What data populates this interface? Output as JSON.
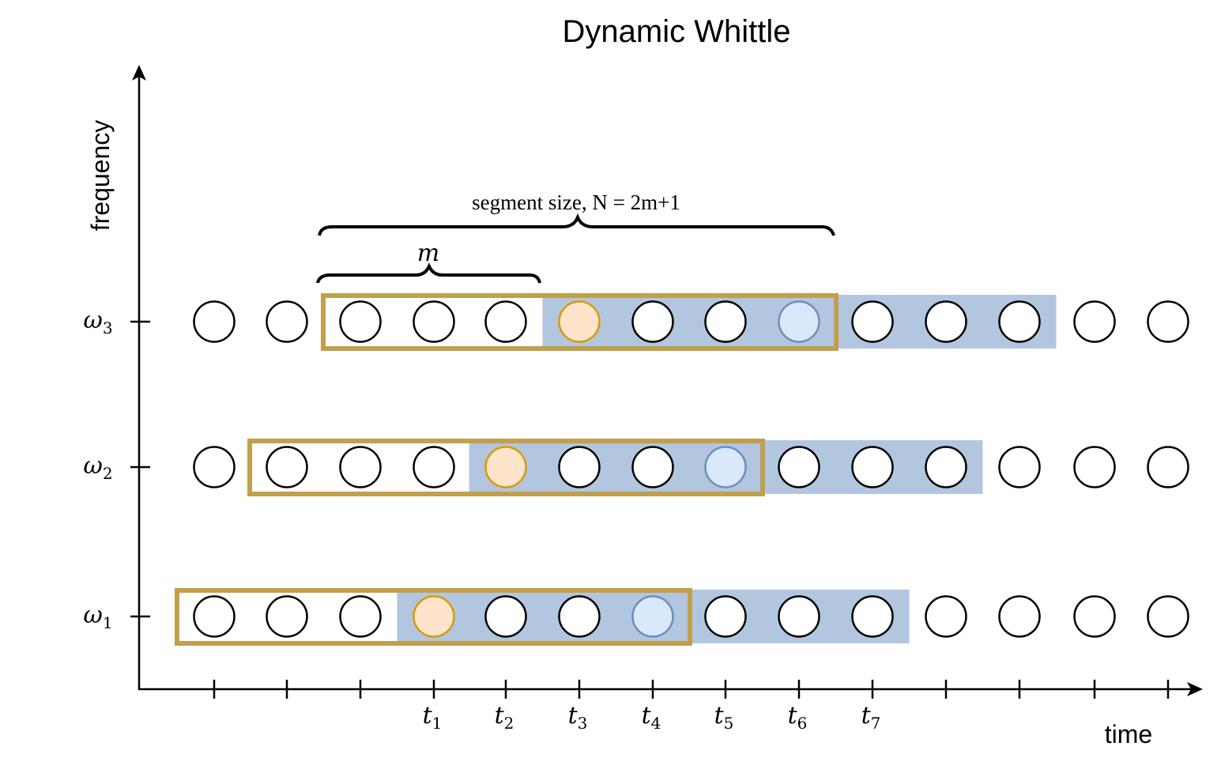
{
  "title": "Dynamic Whittle",
  "y_axis_label": "frequency",
  "x_axis_label": "time",
  "segment_label": "segment size, N = 2m+1",
  "half_label": "m",
  "colors": {
    "window_border": "#C0A04C",
    "shaded_region": "#B3C6DF",
    "current_point_fill": "#FFE4CC",
    "current_point_stroke": "#D79B00",
    "end_point_fill": "#DAE8FC",
    "end_point_stroke": "#6C8EBF"
  },
  "time_labels": [
    {
      "base": "t",
      "sub": "1"
    },
    {
      "base": "t",
      "sub": "2"
    },
    {
      "base": "t",
      "sub": "3"
    },
    {
      "base": "t",
      "sub": "4"
    },
    {
      "base": "t",
      "sub": "5"
    },
    {
      "base": "t",
      "sub": "6"
    },
    {
      "base": "t",
      "sub": "7"
    }
  ],
  "rows": [
    {
      "label": {
        "base": "ω",
        "sub": "3"
      },
      "points": 14,
      "window_start": 2,
      "window_end": 8,
      "shade_start": 5,
      "shade_end": 11,
      "current": 5,
      "end": 8
    },
    {
      "label": {
        "base": "ω",
        "sub": "2"
      },
      "points": 14,
      "window_start": 1,
      "window_end": 7,
      "shade_start": 4,
      "shade_end": 10,
      "current": 4,
      "end": 7
    },
    {
      "label": {
        "base": "ω",
        "sub": "1"
      },
      "points": 14,
      "window_start": 0,
      "window_end": 6,
      "shade_start": 3,
      "shade_end": 9,
      "current": 3,
      "end": 6
    }
  ]
}
